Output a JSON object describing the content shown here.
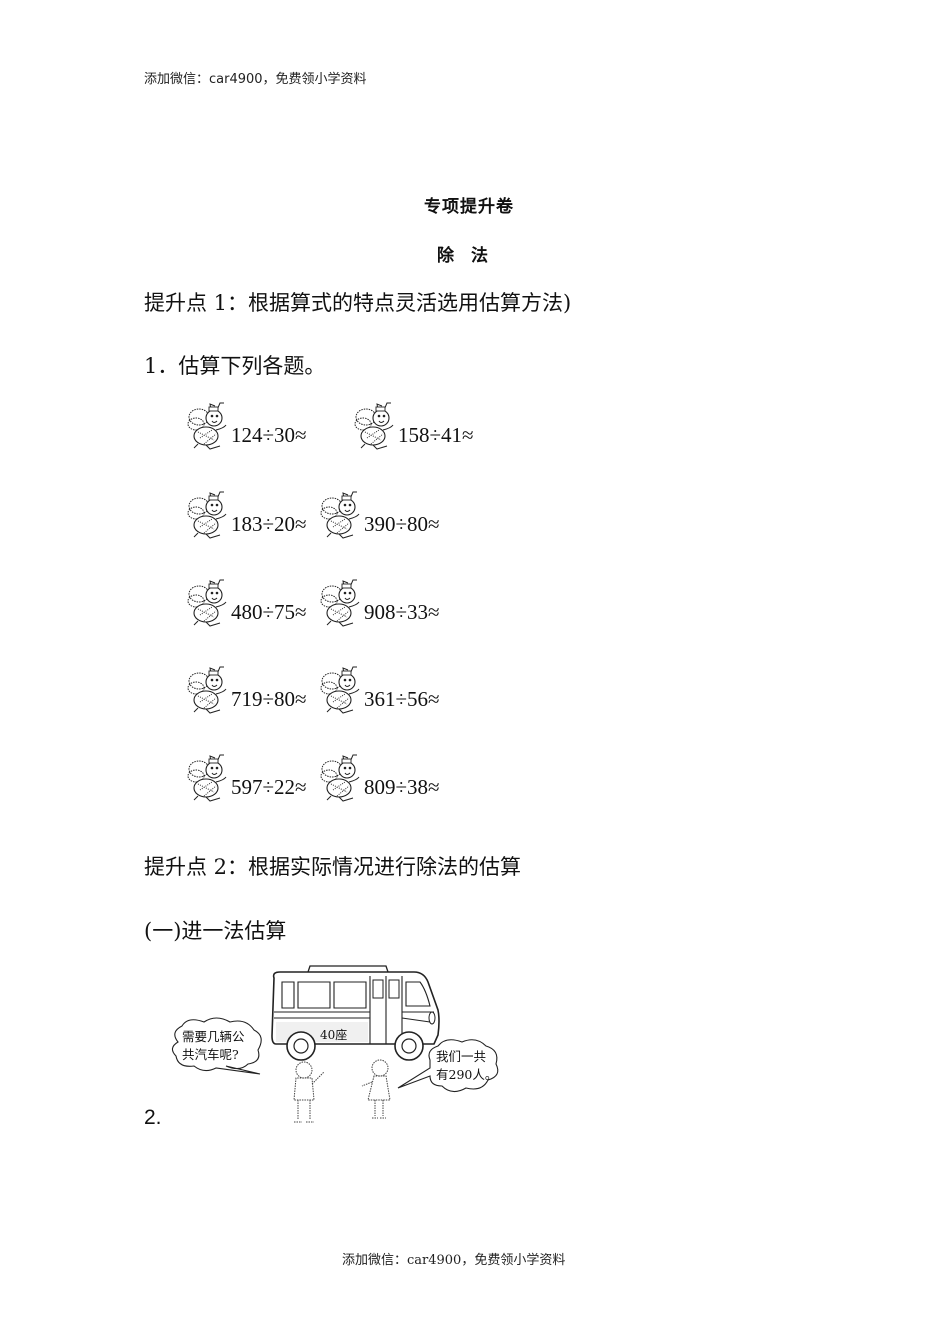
{
  "watermark": {
    "top": "添加微信：car4900，免费领小学资料",
    "bottom": "添加微信：car4900，免费领小学资料"
  },
  "document": {
    "title": "专项提升卷",
    "subtitle": "除　法",
    "section1": {
      "heading": "提升点 1：根据算式的特点灵活选用估算方法)",
      "question_label": "1．估算下列各题。",
      "icon": "bee-icon",
      "problems": [
        "124÷30≈",
        "158÷41≈",
        "183÷20≈",
        "390÷80≈",
        "480÷75≈",
        "908÷33≈",
        "719÷80≈",
        "361÷56≈",
        "597÷22≈",
        "809÷38≈"
      ]
    },
    "section2": {
      "heading": "提升点 2：根据实际情况进行除法的估算",
      "subheading": "(一)进一法估算",
      "question_number": "2.",
      "figure": {
        "bus_label": "40座",
        "boy_speech": [
          "需要几辆公",
          "共汽车呢?"
        ],
        "girl_speech": [
          "我们一共",
          "有290人。"
        ]
      }
    }
  }
}
